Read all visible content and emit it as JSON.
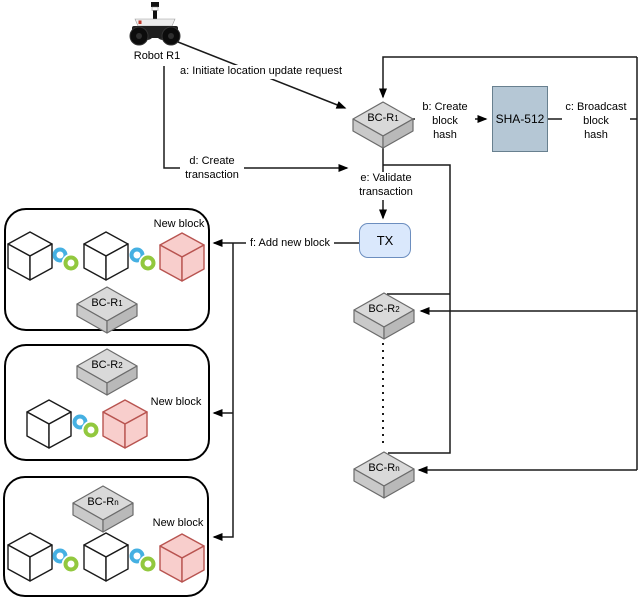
{
  "diagram": {
    "robot": {
      "label": "Robot R1"
    },
    "edges": {
      "a": "a: Initiate location update request",
      "b": "b: Create\nblock\nhash",
      "c": "c: Broadcast\nblock\nhash",
      "d": "d: Create\ntransaction",
      "e": "e: Validate\ntransaction",
      "f": "f: Add new block"
    },
    "nodes": {
      "bc_r1": {
        "base": "BC-R",
        "sub": "1"
      },
      "sha": {
        "label": "SHA-512"
      },
      "tx": {
        "label": "TX"
      },
      "bc_r2": {
        "base": "BC-R",
        "sub": "2"
      },
      "bc_rn": {
        "base": "BC-R",
        "sub": "n"
      }
    },
    "panels": [
      {
        "bc_base": "BC-R",
        "bc_sub": "1",
        "new_block": "New block"
      },
      {
        "bc_base": "BC-R",
        "bc_sub": "2",
        "new_block": "New block"
      },
      {
        "bc_base": "BC-R",
        "bc_sub": "n",
        "new_block": "New block"
      }
    ],
    "colors": {
      "new_block_fill": "#f8cecc",
      "new_block_stroke": "#b85450",
      "tx_fill": "#dae8fc",
      "tx_stroke": "#6c8ebf",
      "sha_fill": "#b5c7d5",
      "sha_stroke": "#68808f",
      "chain_blue": "#45b0e2",
      "chain_green": "#92c83e",
      "bc_box_fill": "#d9d9d9",
      "line": "#1a1a1a"
    }
  }
}
